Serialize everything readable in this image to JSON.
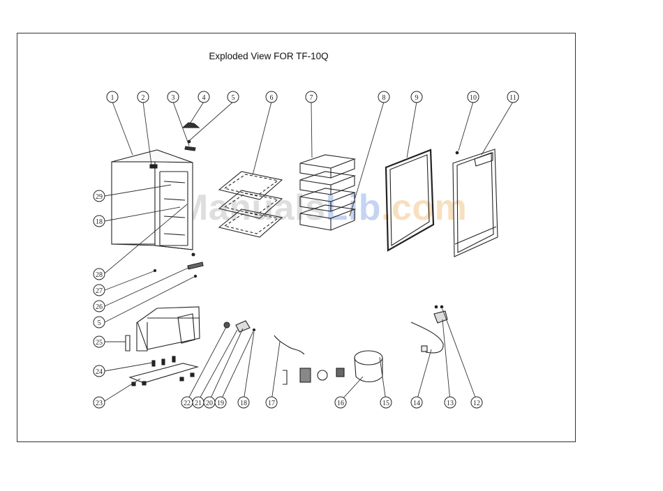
{
  "diagram": {
    "title": "Exploded View FOR TF-10Q",
    "watermark": {
      "part1": "ManualsLib",
      "part2": ".com",
      "brand": "ManualsLib"
    },
    "callouts_top": [
      "1",
      "2",
      "3",
      "4",
      "5",
      "6",
      "7",
      "8",
      "9",
      "10",
      "11"
    ],
    "callouts_left": [
      "29",
      "18",
      "28",
      "27",
      "26",
      "5",
      "25",
      "24",
      "23"
    ],
    "callouts_bottom": [
      "22",
      "21",
      "20",
      "19",
      "18",
      "17",
      "16",
      "15",
      "14",
      "13",
      "12"
    ]
  }
}
